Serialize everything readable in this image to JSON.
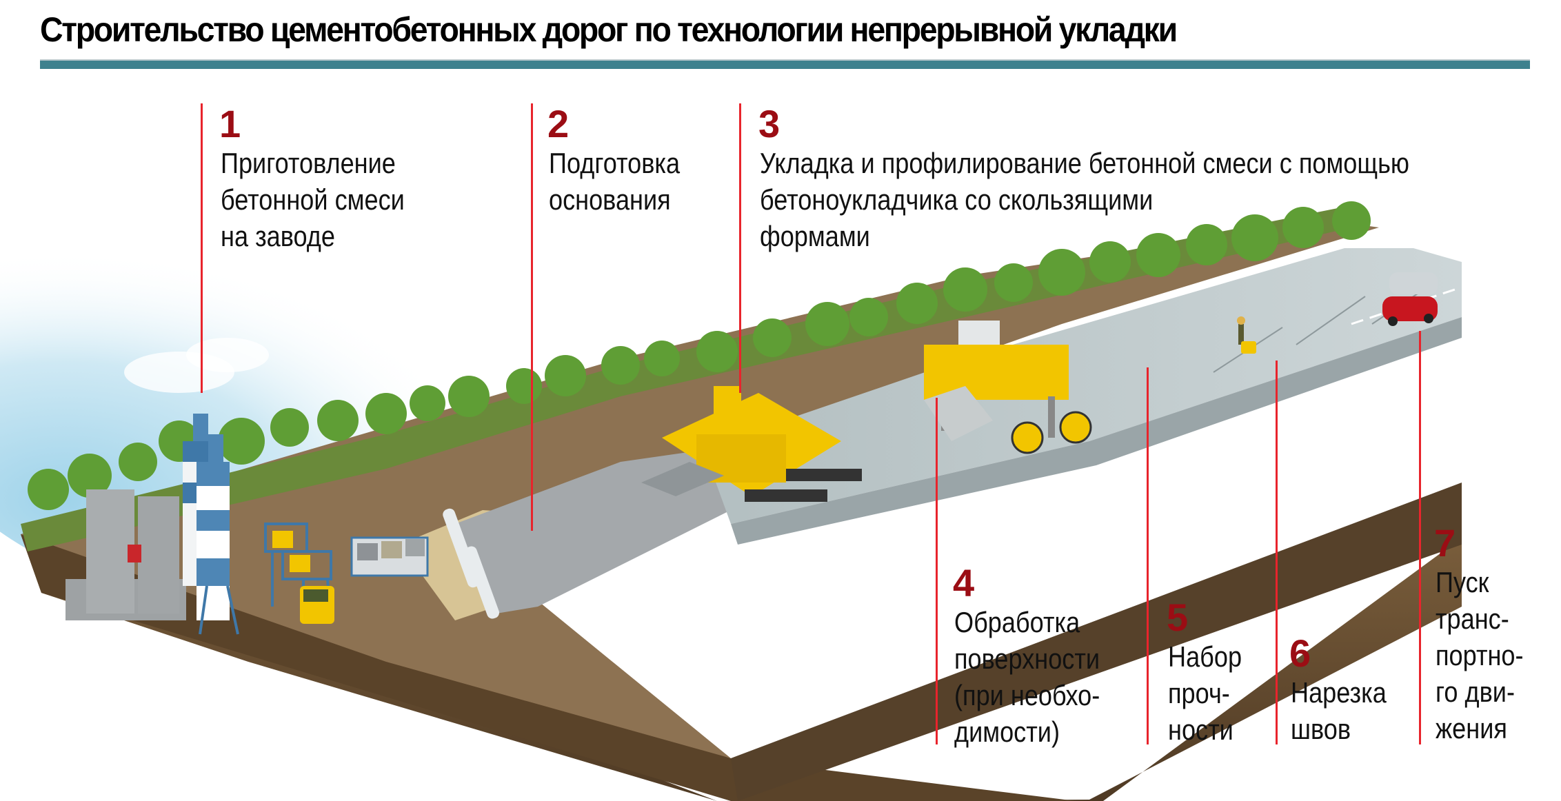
{
  "title": "Строительство цементобетонных дорог по технологии непрерывной укладки",
  "colors": {
    "title_bar": "#3e818e",
    "step_number": "#9b0d14",
    "leader_line": "#e8242c",
    "road": "#b9c4c6",
    "soil": "#6b5236",
    "grass": "#6ea33c",
    "paver": "#f2c500"
  },
  "steps": [
    {
      "number": "1",
      "text": "Приготовление\nбетонной смеси\nна заводе"
    },
    {
      "number": "2",
      "text": "Подготовка\nоснования"
    },
    {
      "number": "3",
      "text": "Укладка и профилирование бетонной смеси с помощью\nбетоноукладчика со скользящими\nформами"
    },
    {
      "number": "4",
      "text": "Обработка\nповерхности\n(при необхо-\nдимости)"
    },
    {
      "number": "5",
      "text": "Набор\nпроч-\nности"
    },
    {
      "number": "6",
      "text": "Нарезка\nшвов"
    },
    {
      "number": "7",
      "text": "Пуск\nтранс-\nпортно-\nго дви-\nжения"
    }
  ],
  "illustration": {
    "elements": [
      "sky-clouds",
      "concrete-plant",
      "cement-silos",
      "batching-plant",
      "dump-truck",
      "aggregate-bins",
      "sand-layer",
      "geotextile-roll",
      "gravel-base",
      "slipform-paver",
      "texturing-curing-machine",
      "fresh-concrete-road",
      "joint-cutter-worker",
      "cars",
      "trees",
      "soil-cross-section"
    ]
  }
}
